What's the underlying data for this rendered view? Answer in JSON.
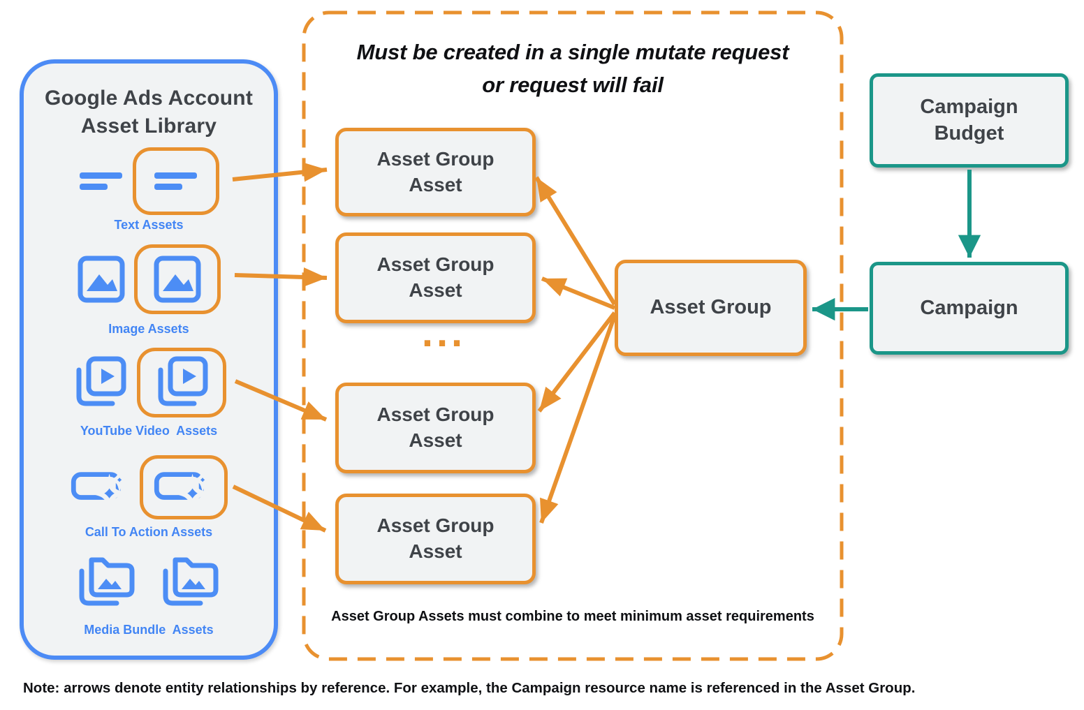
{
  "library": {
    "title_line1": "Google Ads Account",
    "title_line2": "Asset Library",
    "items": [
      {
        "label": "Text Assets",
        "icon": "text-lines-icon"
      },
      {
        "label": "Image Assets",
        "icon": "image-icon"
      },
      {
        "label": "YouTube Video  Assets",
        "icon": "video-library-icon"
      },
      {
        "label": "Call To Action Assets",
        "icon": "cta-sparkles-icon"
      },
      {
        "label": "Media Bundle  Assets",
        "icon": "media-bundle-icon"
      }
    ]
  },
  "mutate_group": {
    "title_line1": "Must be created in a single mutate request",
    "title_line2": "or request will fail",
    "boxes": [
      {
        "line1": "Asset Group",
        "line2": "Asset"
      },
      {
        "line1": "Asset Group",
        "line2": "Asset"
      },
      {
        "line1": "Asset Group",
        "line2": "Asset"
      },
      {
        "line1": "Asset Group",
        "line2": "Asset"
      }
    ],
    "ellipsis": "...",
    "footnote": "Asset Group Assets must combine to meet minimum asset requirements"
  },
  "asset_group": {
    "label": "Asset Group"
  },
  "campaign_budget": {
    "label": "Campaign Budget"
  },
  "campaign": {
    "label": "Campaign"
  },
  "note": "Note: arrows denote entity relationships by reference. For example, the Campaign resource name is referenced in the Asset Group.",
  "colors": {
    "orange": "#E8912F",
    "blue_border": "#4C8BF5",
    "blue_label": "#4285F4",
    "teal": "#1B9688",
    "box_fill": "#F1F3F4",
    "text_dark": "#3F4348"
  }
}
